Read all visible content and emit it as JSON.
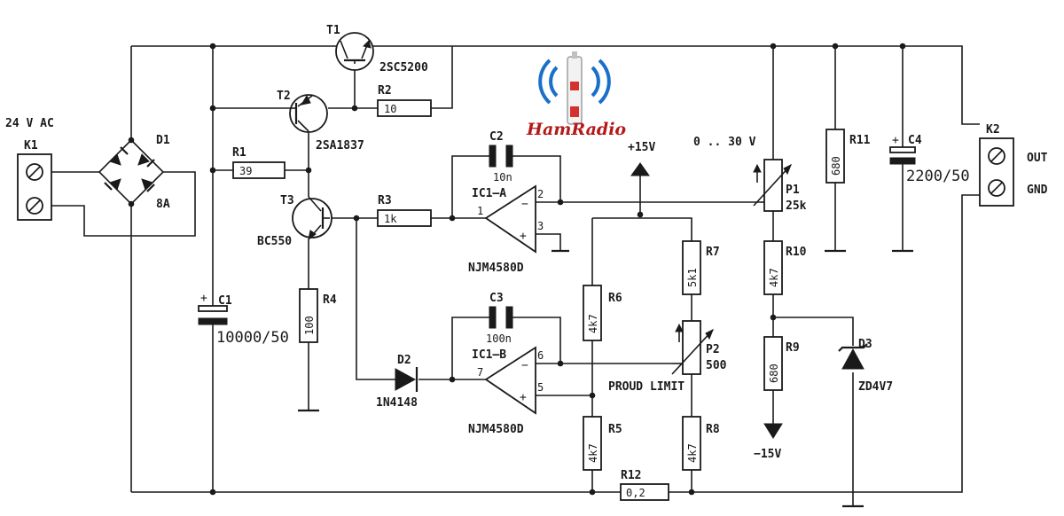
{
  "supply_label": "24 V AC",
  "k1": {
    "name": "K1"
  },
  "k2": {
    "name": "K2",
    "out": "OUT",
    "gnd": "GND"
  },
  "d1": {
    "name": "D1",
    "value": "8A"
  },
  "t1": {
    "name": "T1",
    "value": "2SC5200"
  },
  "t2": {
    "name": "T2",
    "value": "2SA1837"
  },
  "t3": {
    "name": "T3",
    "value": "BC550"
  },
  "r1": {
    "name": "R1",
    "value": "39"
  },
  "r2": {
    "name": "R2",
    "value": "10"
  },
  "r3": {
    "name": "R3",
    "value": "1k"
  },
  "r4": {
    "name": "R4",
    "value": "100"
  },
  "r5": {
    "name": "R5",
    "value": "4k7"
  },
  "r6": {
    "name": "R6",
    "value": "4k7"
  },
  "r7": {
    "name": "R7",
    "value": "5k1"
  },
  "r8": {
    "name": "R8",
    "value": "4k7"
  },
  "r9": {
    "name": "R9",
    "value": "680"
  },
  "r10": {
    "name": "R10",
    "value": "4k7"
  },
  "r11": {
    "name": "R11",
    "value": "680"
  },
  "r12": {
    "name": "R12",
    "value": "0,2"
  },
  "c1": {
    "name": "C1",
    "value": "10000/50"
  },
  "c2": {
    "name": "C2",
    "value": "10n"
  },
  "c3": {
    "name": "C3",
    "value": "100n"
  },
  "c4": {
    "name": "C4",
    "value": "2200/50"
  },
  "ic1a": {
    "name": "IC1–A",
    "value": "NJM4580D",
    "pin_out": "1",
    "pin_inv": "2",
    "pin_noninv": "3"
  },
  "ic1b": {
    "name": "IC1–B",
    "value": "NJM4580D",
    "pin_out": "7",
    "pin_inv": "6",
    "pin_noninv": "5"
  },
  "d2": {
    "name": "D2",
    "value": "1N4148"
  },
  "d3": {
    "name": "D3",
    "value": "ZD4V7"
  },
  "p1": {
    "name": "P1",
    "value": "25k"
  },
  "p2": {
    "name": "P2",
    "value": "500"
  },
  "rail_pos": "+15V",
  "rail_neg": "−15V",
  "range_label": "0 .. 30 V",
  "limit_label": "PROUD LIMIT",
  "logo_text": "HamRadio"
}
